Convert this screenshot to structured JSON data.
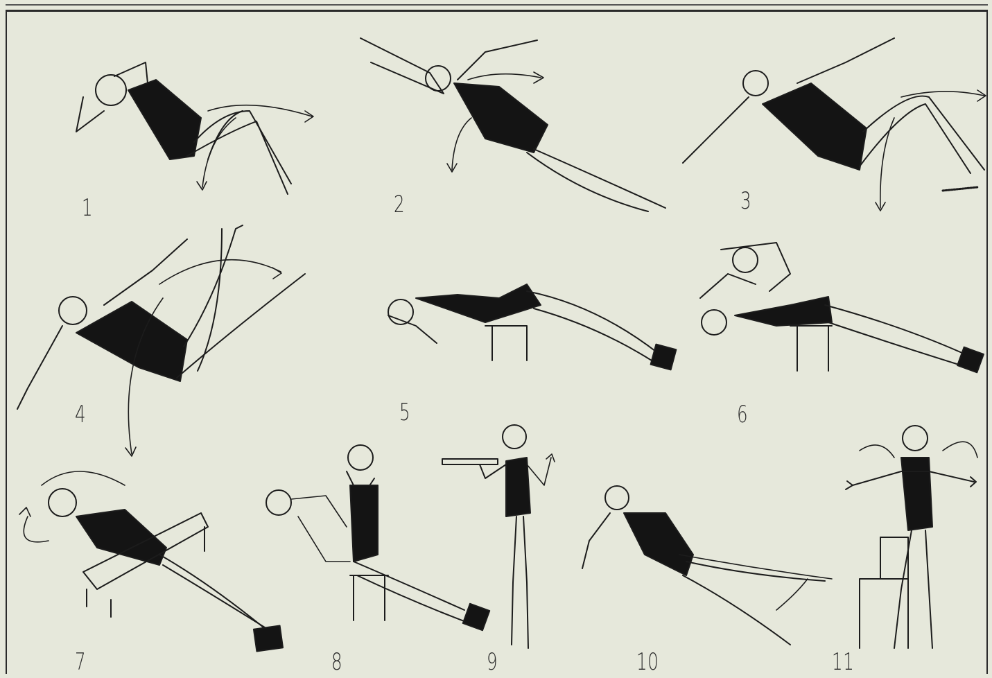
{
  "figure": {
    "figure_numbers": [
      "1",
      "2",
      "3",
      "4",
      "5",
      "6",
      "7",
      "8",
      "9",
      "10",
      "11"
    ]
  },
  "colors": {
    "paper": "#e6e8db",
    "ink": "#1c1c1c",
    "leotard": "#141414"
  },
  "icons": [
    "exercise-figure-icon",
    "direction-arrow-icon",
    "weight-block-icon",
    "chair-icon",
    "bench-icon",
    "stick-icon"
  ]
}
